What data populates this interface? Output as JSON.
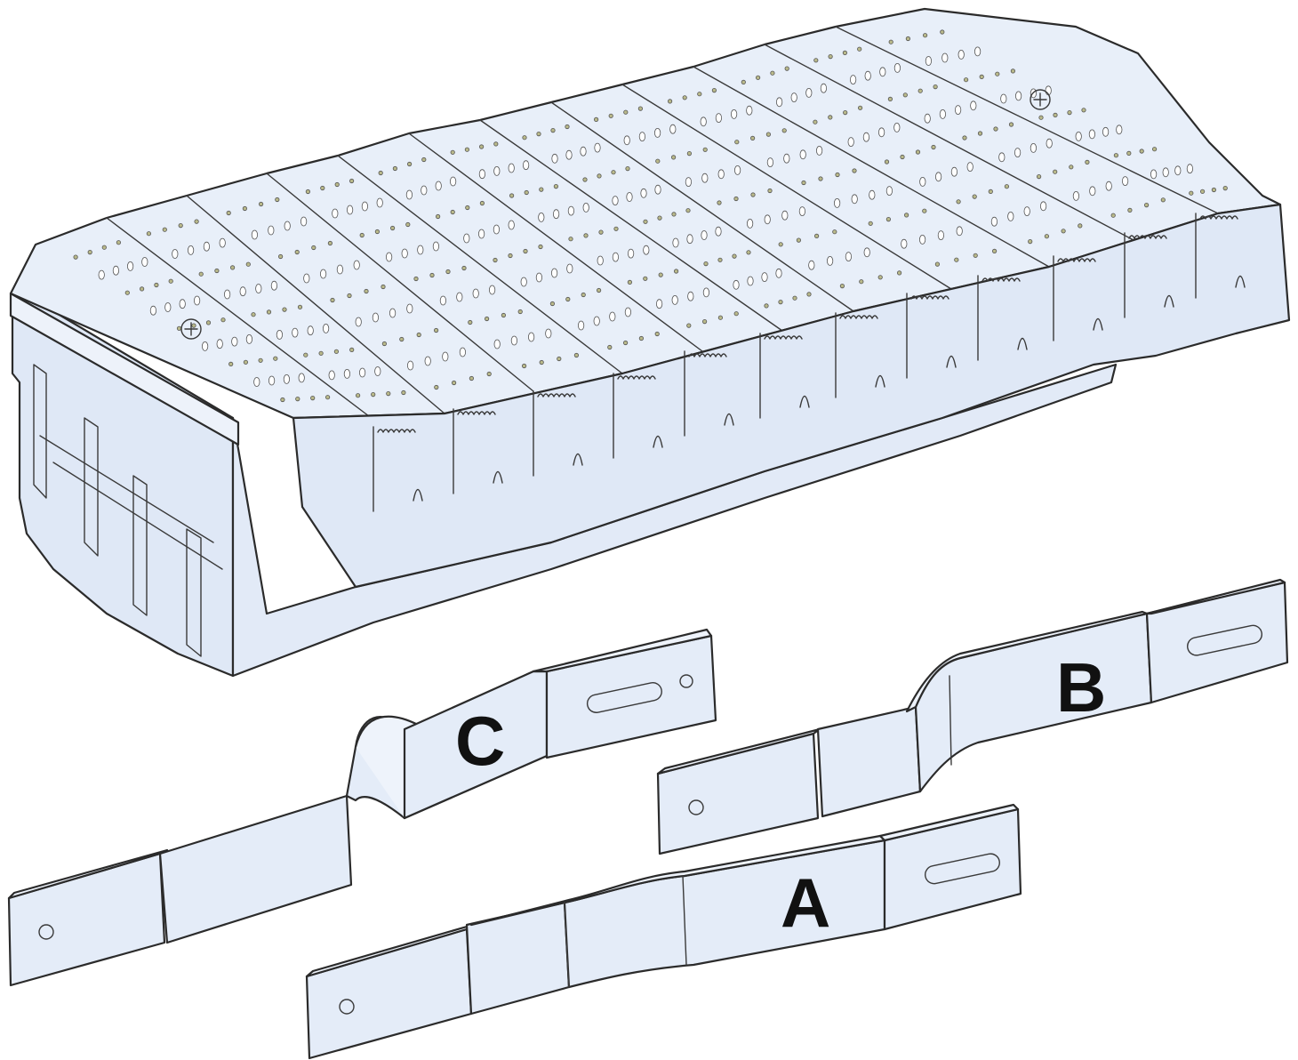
{
  "labels": {
    "a": "A",
    "b": "B",
    "c": "C"
  },
  "colors": {
    "part_fill": "#e4ecf8",
    "part_fill_light": "#eef3fb",
    "part_fill_dark": "#cfdcef",
    "outline": "#2b2b2b",
    "label_text": "#111111",
    "background": "#ffffff"
  },
  "parts": [
    {
      "name": "busbar-support-block",
      "type": "insulator-block"
    },
    {
      "name": "connection-bar-a",
      "type": "busbar",
      "label_key": "a"
    },
    {
      "name": "connection-bar-b",
      "type": "busbar",
      "label_key": "b"
    },
    {
      "name": "connection-bar-c",
      "type": "busbar",
      "label_key": "c"
    }
  ]
}
